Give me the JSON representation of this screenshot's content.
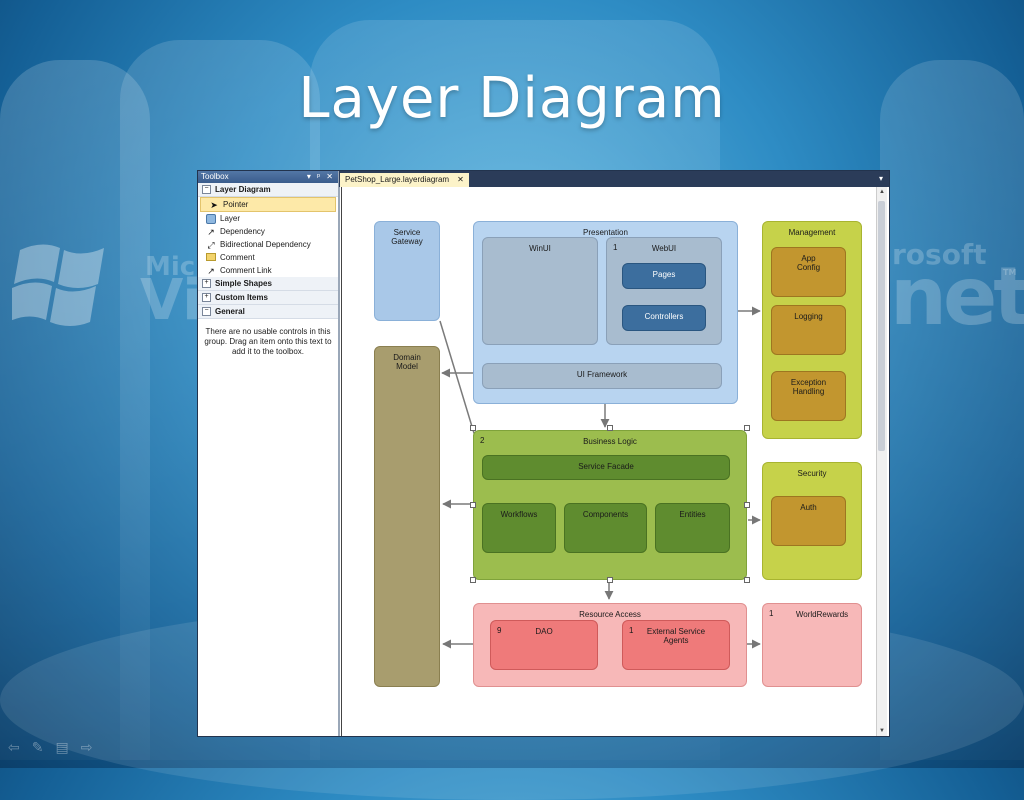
{
  "slide": {
    "title": "Layer Diagram"
  },
  "background": {
    "brand_left": "Micro",
    "brand_right": "rosoft",
    "brand_big_left": "Vi",
    "brand_big_right": "net",
    "trademark": "TM"
  },
  "toolbox": {
    "title": "Toolbox",
    "controls": "▾ ᵖ ✕",
    "groups": [
      {
        "label": "Layer Diagram",
        "expander": "⊟"
      },
      {
        "label": "Simple Shapes",
        "expander": "⊞"
      },
      {
        "label": "Custom Items",
        "expander": "⊞"
      },
      {
        "label": "General",
        "expander": "⊟"
      }
    ],
    "items": [
      {
        "label": "Pointer",
        "icon": "pointer-icon",
        "glyph": "➤"
      },
      {
        "label": "Layer",
        "icon": "layer-icon",
        "glyph": "▢"
      },
      {
        "label": "Dependency",
        "icon": "dependency-icon",
        "glyph": "↗"
      },
      {
        "label": "Bidirectional Dependency",
        "icon": "bidirectional-dependency-icon",
        "glyph": "⤢"
      },
      {
        "label": "Comment",
        "icon": "comment-icon",
        "glyph": "▬"
      },
      {
        "label": "Comment Link",
        "icon": "comment-link-icon",
        "glyph": "↗"
      }
    ],
    "general_message": "There are no usable controls in this group. Drag an item onto this text to add it to the toolbox."
  },
  "document": {
    "tab_label": "PetShop_Large.layerdiagram",
    "tab_close": "✕",
    "dropdown": "▾"
  },
  "layers": {
    "service_gateway": "Service Gateway",
    "presentation": "Presentation",
    "winui": "WinUI",
    "webui": "WebUI",
    "webui_num": "1",
    "pages": "Pages",
    "controllers": "Controllers",
    "ui_framework": "UI Framework",
    "management": "Management",
    "app_config": "App Config",
    "logging": "Logging",
    "exception_handling": "Exception Handling",
    "domain_model": "Domain Model",
    "business_logic": "Business Logic",
    "business_logic_num": "2",
    "service_facade": "Service Facade",
    "workflows": "Workflows",
    "components": "Components",
    "entities": "Entities",
    "security": "Security",
    "auth": "Auth",
    "resource_access": "Resource Access",
    "dao": "DAO",
    "dao_num": "9",
    "external_service_agents": "External Service Agents",
    "external_num": "1",
    "world_rewards": "WorldRewards",
    "world_rewards_num": "1"
  },
  "colors": {
    "presentation": "#b8d4f0",
    "management": "#c6d24a",
    "business_logic": "#9cbd4e",
    "resource_access": "#f7b8b8",
    "domain_model": "#a89d6e"
  }
}
